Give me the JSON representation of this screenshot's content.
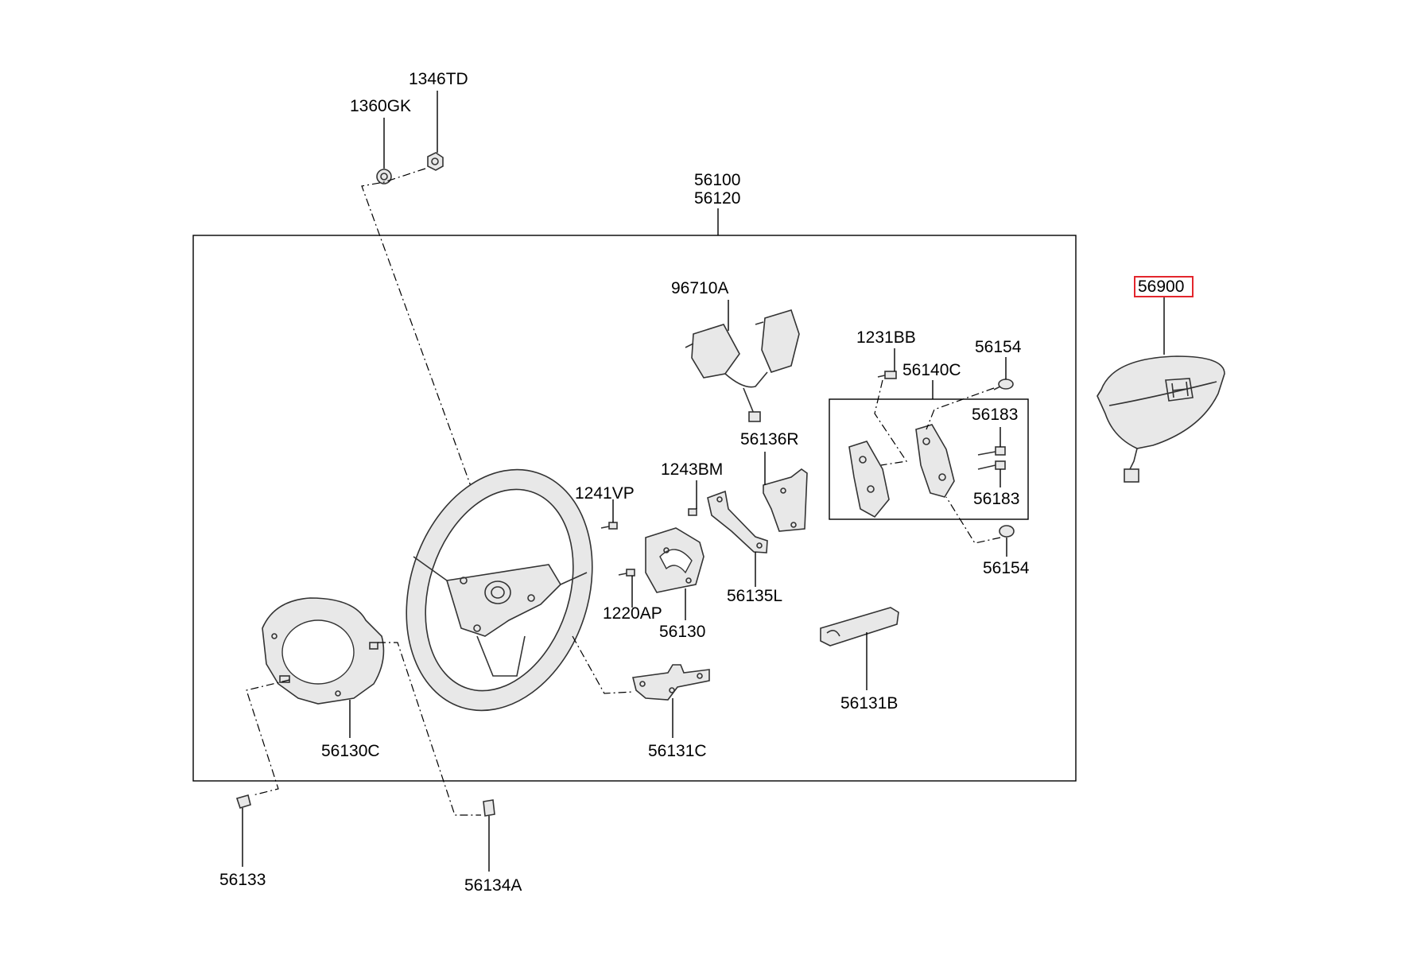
{
  "diagram": {
    "colors": {
      "highlight": "#e3262d",
      "line": "#000000",
      "part": "#333333"
    },
    "labels": {
      "p1346TD": "1346TD",
      "p1360GK": "1360GK",
      "p56100": "56100",
      "p56120": "56120",
      "p96710A": "96710A",
      "p56900": "56900",
      "p1231BB": "1231BB",
      "p56154_top": "56154",
      "p56140C": "56140C",
      "p56183_a": "56183",
      "p56183_b": "56183",
      "p56154_bot": "56154",
      "p56136R": "56136R",
      "p1243BM": "1243BM",
      "p1241VP": "1241VP",
      "p1220AP": "1220AP",
      "p56130": "56130",
      "p56135L": "56135L",
      "p56131B": "56131B",
      "p56130C": "56130C",
      "p56131C": "56131C",
      "p56133": "56133",
      "p56134A": "56134A"
    },
    "icons": {
      "steering_wheel": "steering-wheel-icon",
      "airbag": "airbag-module-icon",
      "logo": "h-logo-icon"
    }
  }
}
